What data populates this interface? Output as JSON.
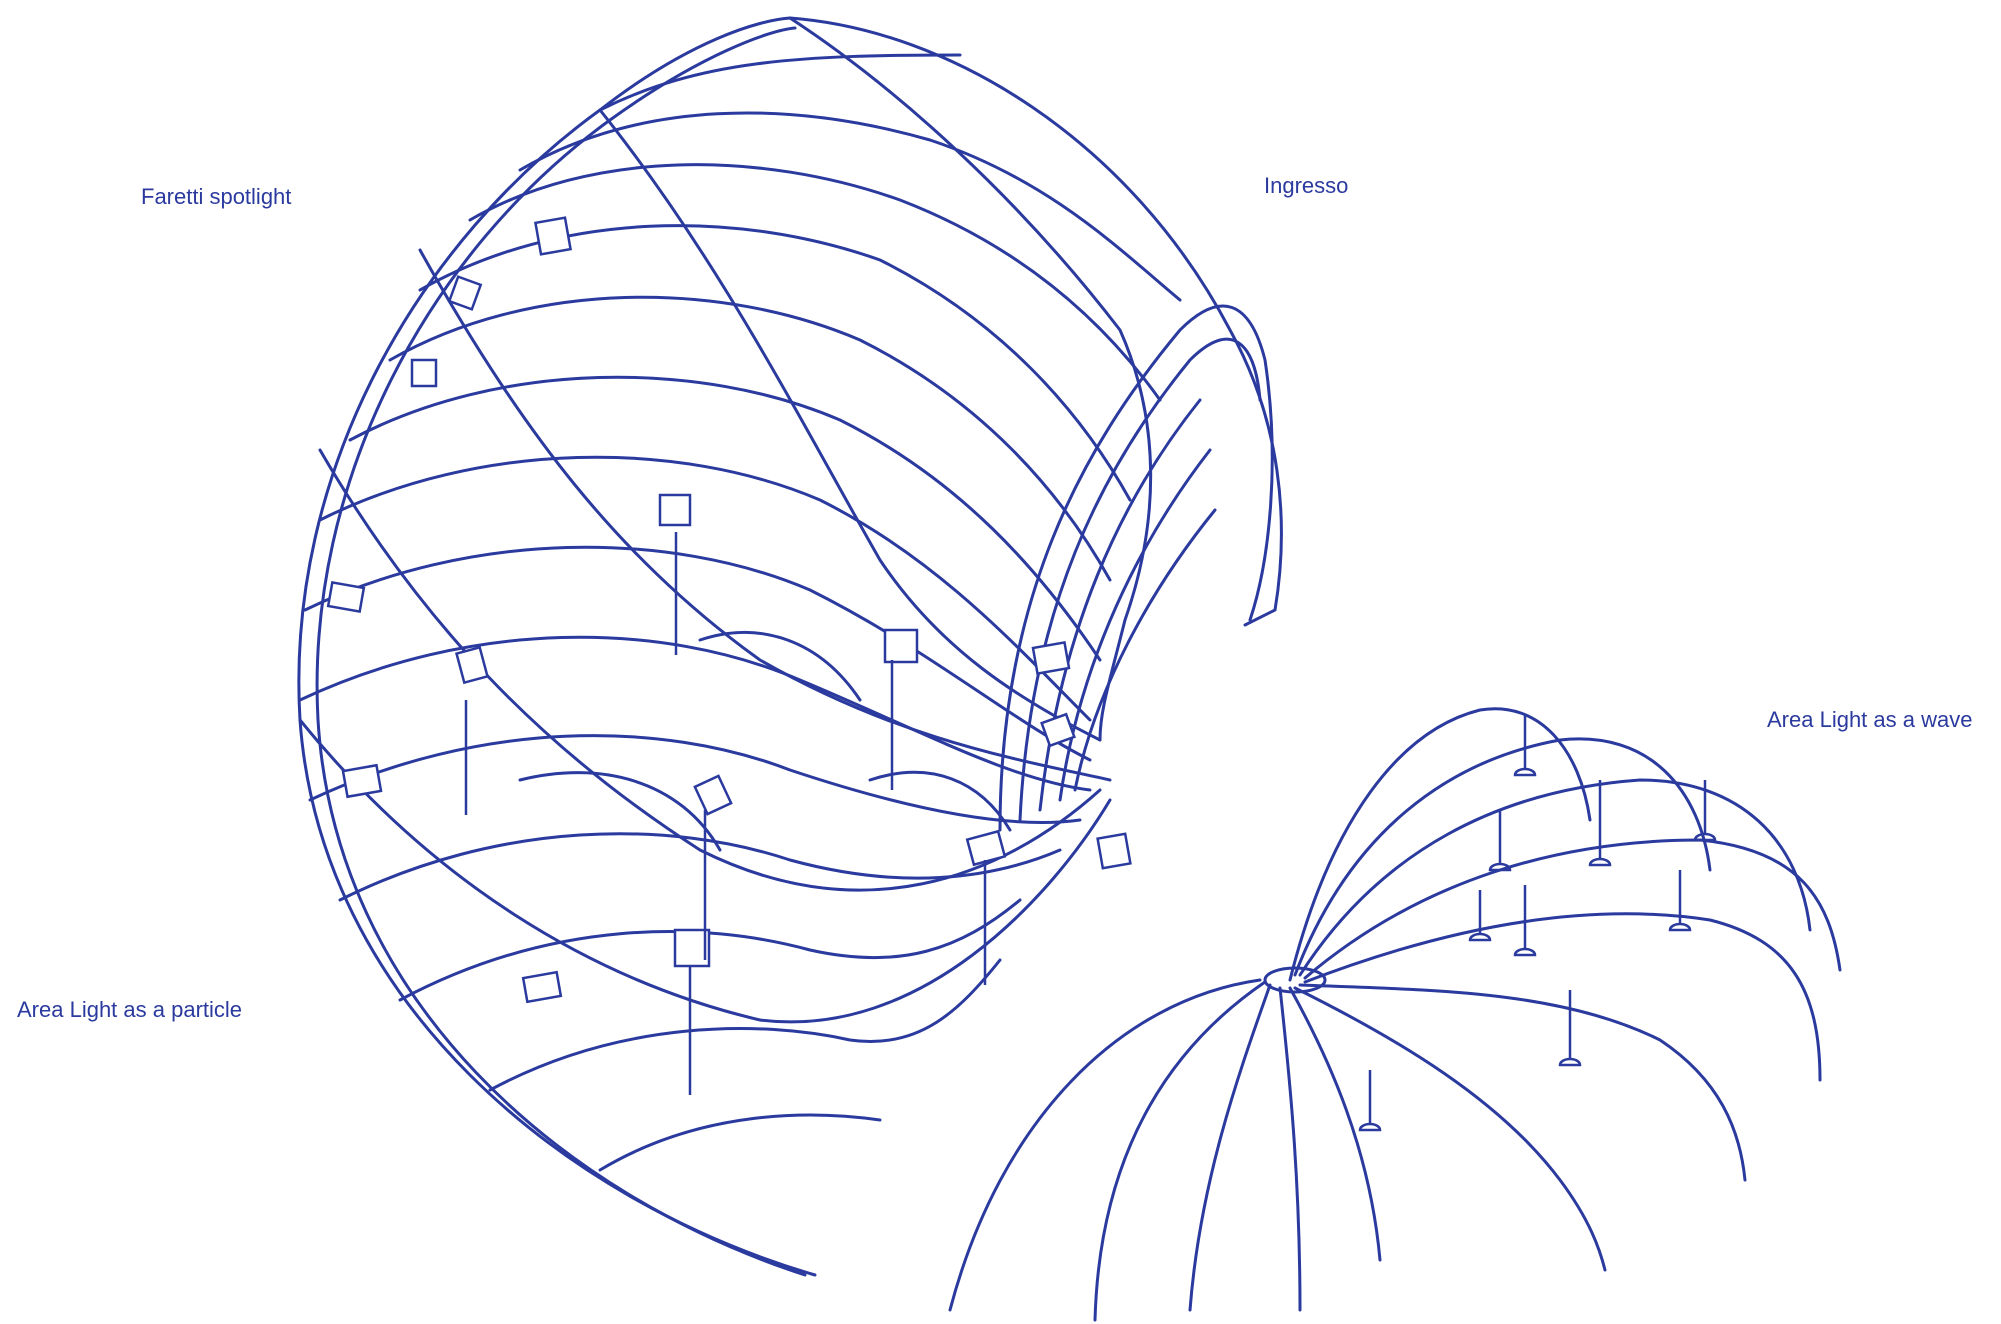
{
  "labels": {
    "spotlight": "Faretti spotlight",
    "entrance": "Ingresso",
    "wave": "Area Light as a wave",
    "particle": "Area Light as a particle"
  },
  "colors": {
    "line": "#2b3a9e",
    "text": "#2b3a9e",
    "background": "#ffffff"
  }
}
